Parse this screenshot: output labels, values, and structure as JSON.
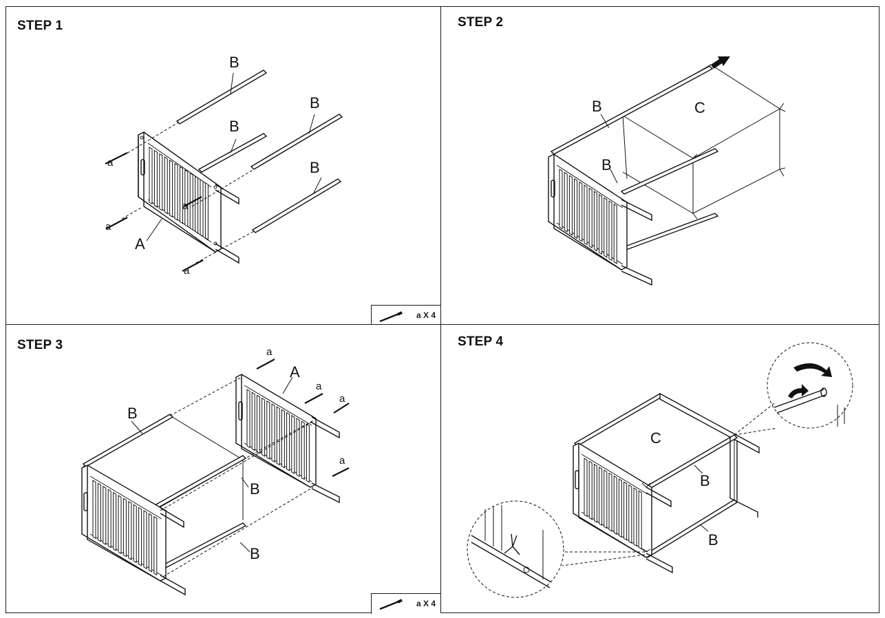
{
  "steps": [
    {
      "title": "STEP 1",
      "labels": {
        "b1": "B",
        "b2": "B",
        "b3": "B",
        "b4": "B",
        "a": "A",
        "s1": "a",
        "s2": "a",
        "s3": "a",
        "s4": "a"
      },
      "legend": "a X 4",
      "icons": [
        "screw-icon"
      ]
    },
    {
      "title": "STEP 2",
      "labels": {
        "b1": "B",
        "b2": "B",
        "c": "C"
      },
      "icons": [
        "push-arrow-icon"
      ]
    },
    {
      "title": "STEP 3",
      "labels": {
        "b1": "B",
        "b2": "B",
        "b3": "B",
        "a": "A",
        "s1": "a",
        "s2": "a",
        "s3": "a",
        "s4": "a"
      },
      "legend": "a X 4",
      "icons": [
        "screw-icon"
      ]
    },
    {
      "title": "STEP 4",
      "labels": {
        "c": "C",
        "b1": "B",
        "b2": "B"
      },
      "icons": [
        "tie-detail-icon",
        "rotate-arrow-icon"
      ]
    }
  ]
}
